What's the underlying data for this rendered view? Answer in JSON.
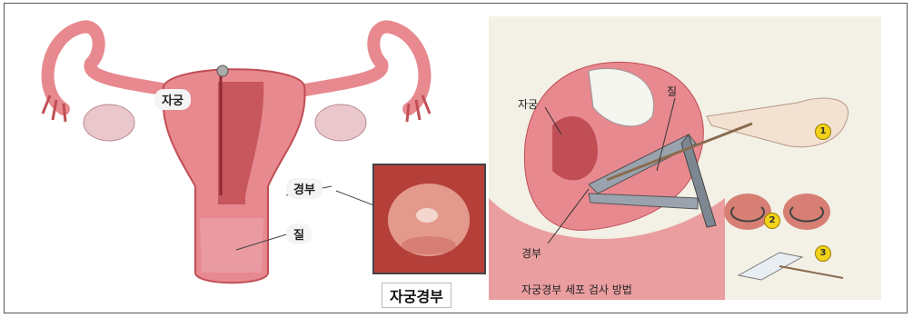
{
  "left_diagram": {
    "label_uterus": "자궁",
    "label_cervix": "경부",
    "label_vagina": "질",
    "inset_caption": "자궁경부"
  },
  "right_diagram": {
    "label_uterus": "자궁",
    "label_vagina": "질",
    "label_cervix": "경부",
    "step_1": "1",
    "step_2": "2",
    "step_3": "3",
    "caption": "자궁경부 세포 검사 방법"
  },
  "colors": {
    "tissue_pink": "#e7898f",
    "tissue_dark": "#c14d55",
    "ovary": "#e9c7cc",
    "panel_bg": "#f3f0e6",
    "badge_yellow": "#f2d21a"
  }
}
